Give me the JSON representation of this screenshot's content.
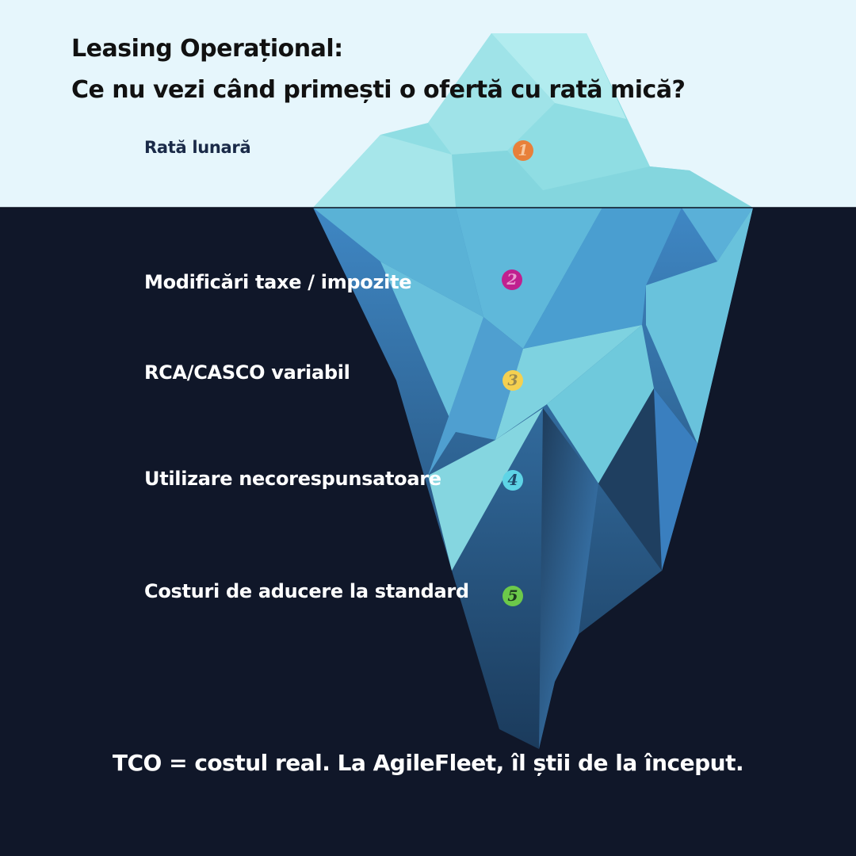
{
  "title": {
    "line1": "Leasing Operațional:",
    "line2": "Ce nu vezi când primești o ofertă cu rată mică?"
  },
  "items": [
    {
      "number": "1",
      "label": "Rată lunară",
      "color": "#e8803a"
    },
    {
      "number": "2",
      "label": "Modificări taxe / impozite",
      "color": "#c0208f"
    },
    {
      "number": "3",
      "label": "RCA/CASCO variabil",
      "color": "#f5d050"
    },
    {
      "number": "4",
      "label": "Utilizare necorespunsatoare",
      "color": "#5ed4e6"
    },
    {
      "number": "5",
      "label": "Costuri de aducere la standard",
      "color": "#6cc94a"
    }
  ],
  "footer": "TCO = costul real. La AgileFleet, îl știi de la început.",
  "colors": {
    "sky": "#e6f6fc",
    "water": "#101729"
  }
}
